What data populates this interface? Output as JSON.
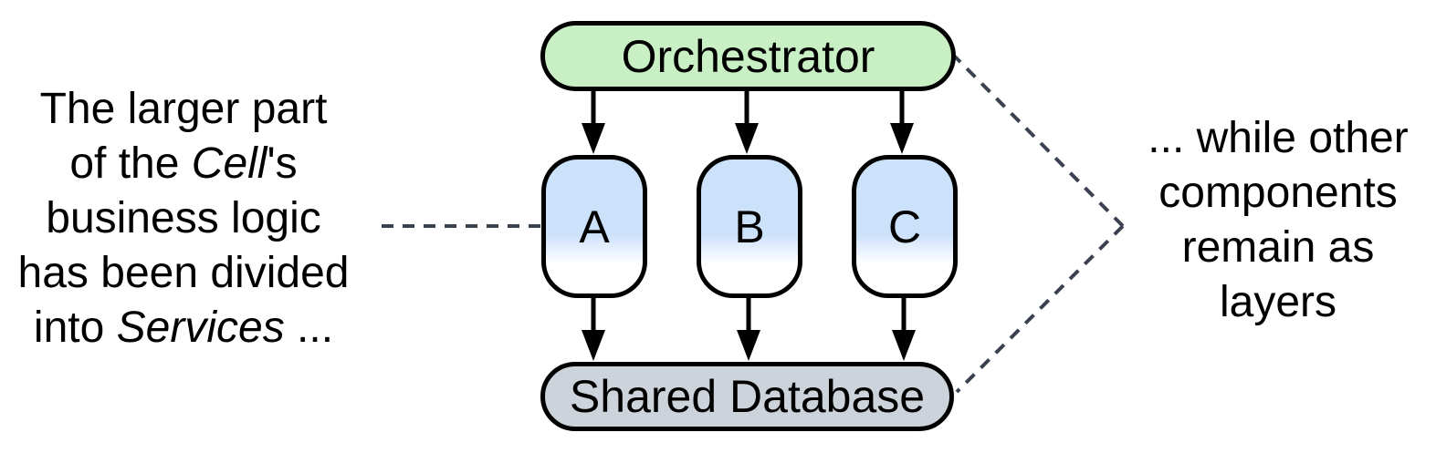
{
  "notes": {
    "left": {
      "line1": "The larger part",
      "line2_pre": "of the ",
      "line2_italic": "Cell",
      "line2_post": "'s",
      "line3": "business logic",
      "line4": "has been divided",
      "line5_pre": "into ",
      "line5_italic": "Services",
      "line5_post": " ..."
    },
    "right": {
      "line1": "... while other",
      "line2": "components",
      "line3": "remain as",
      "line4": "layers"
    }
  },
  "boxes": {
    "orchestrator": {
      "label": "Orchestrator",
      "fill": "#c9efc5"
    },
    "services": [
      {
        "label": "A"
      },
      {
        "label": "B"
      },
      {
        "label": "C"
      }
    ],
    "service_fill": "#cce1fa",
    "database": {
      "label": "Shared Database",
      "fill": "#cdd3db"
    }
  },
  "colors": {
    "border": "#000000",
    "arrow": "#000000",
    "dash": "#3a4250",
    "text": "#000000"
  }
}
